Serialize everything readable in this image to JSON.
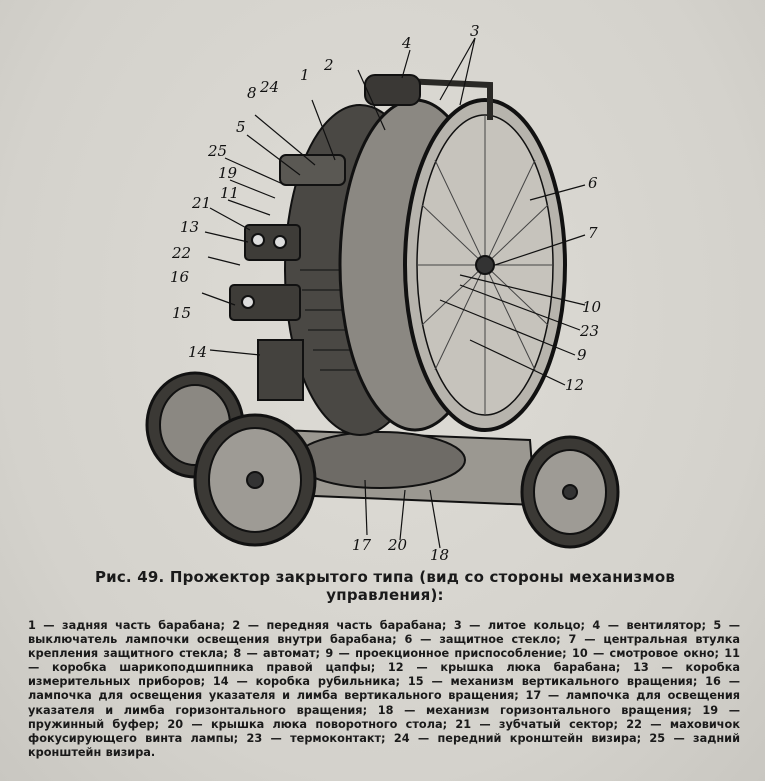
{
  "figure": {
    "callouts": [
      "4",
      "3",
      "2",
      "1",
      "24",
      "8",
      "5",
      "25",
      "19",
      "11",
      "21",
      "13",
      "22",
      "16",
      "15",
      "14",
      "6",
      "7",
      "10",
      "23",
      "9",
      "12",
      "17",
      "20",
      "18"
    ]
  },
  "caption": {
    "title_line1": "Рис. 49. Прожектор закрытого типа (вид со стороны механизмов",
    "title_line2": "управления):",
    "legend": "1 — задняя часть барабана; 2 — передняя часть барабана; 3 — литое кольцо; 4 — вентилятор; 5 — выключатель лампочки освещения внутри барабана; 6 — защитное стекло; 7 — центральная втулка крепления защитного стекла; 8 — автомат; 9 — проекционное приспособление; 10 — смотровое окно; 11 — коробка шарикоподшипника правой цапфы; 12 — крышка люка барабана; 13 — коробка измерительных приборов; 14 — коробка рубильника; 15 — механизм вертикального вращения; 16 — лампочка для освещения указателя и лимба вертикального вращения; 17 — лампочка для освещения указателя и лимба горизонтального вращения; 18 — механизм горизонтального вращения; 19 — пружинный буфер; 20 — крышка люка поворотного стола; 21 — зубчатый сектор; 22 — маховичок фокусирующего винта лампы; 23 — термоконтакт; 24 — передний кронштейн визира; 25 — задний кронштейн визира."
  }
}
